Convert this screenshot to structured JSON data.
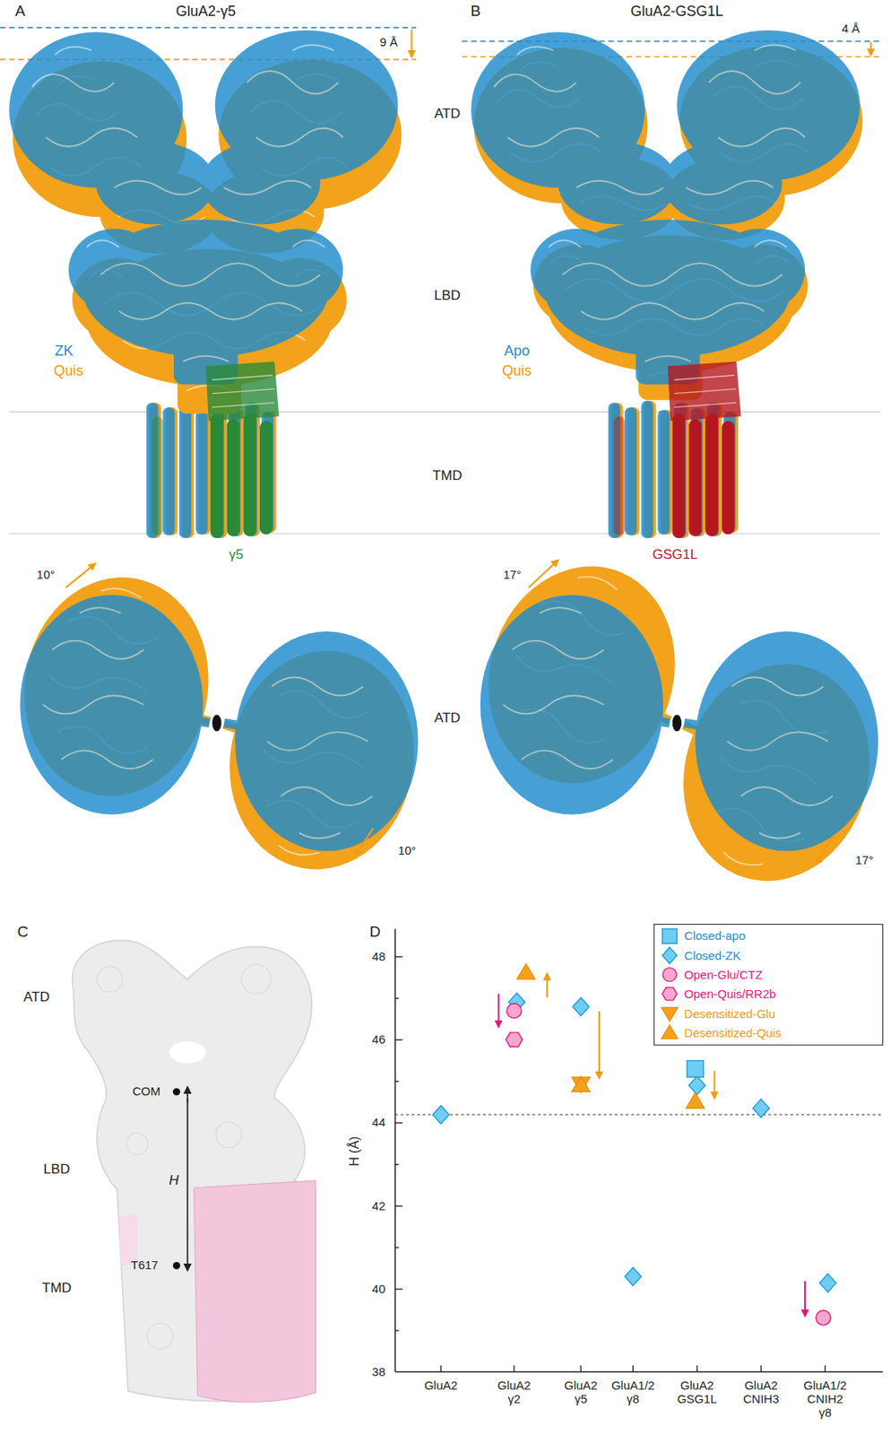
{
  "diagram": {
    "labels": [
      "A",
      "GluA2-γ5",
      "9 Å",
      "B",
      "GluA2-GSG1L",
      "4 Å",
      "ATD",
      "LBD",
      "ZK",
      "Quis",
      "Apo",
      "Quis",
      "TMD",
      "γ5",
      "GSG1L",
      "10°",
      "17°",
      "ATD",
      "10°",
      "17°",
      "C",
      "ATD",
      "COM",
      "LBD",
      "H",
      "T617",
      "TMD",
      "D",
      "H (Å)",
      "48",
      "46",
      "44",
      "42",
      "40",
      "38",
      "GluA2",
      "GluA2 γ2",
      "GluA2 γ5",
      "GluA1/2 γ8",
      "GluA2 GSG1L",
      "GluA2 CNIH3",
      "GluA1/2 CNIH2 γ8"
    ],
    "legend": [
      {
        "text": "Closed-apo"
      },
      {
        "text": "Closed-ZK"
      },
      {
        "text": "Open-Glu/CTZ"
      },
      {
        "text": "Open-Quis/RR2b"
      },
      {
        "text": "Desensitized-Glu"
      },
      {
        "text": "Desensitized-Quis"
      }
    ]
  }
}
